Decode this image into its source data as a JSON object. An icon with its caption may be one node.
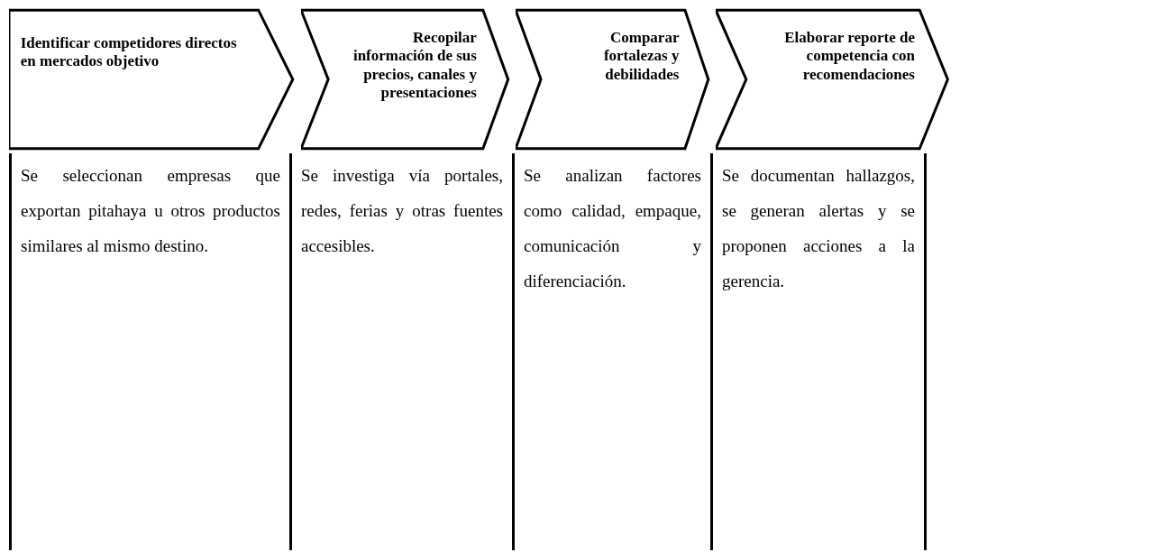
{
  "diagram": {
    "nodes": [
      {
        "text": [
          "Identificar competidores directos en mercados objetivo"
        ]
      },
      {
        "text": [
          "Recopilar información de sus precios, canales y presentaciones"
        ]
      },
      {
        "text": [
          "Comparar fortalezas y debilidades"
        ]
      },
      {
        "text": [
          "Elaborar reporte de competencia con recomendaciones"
        ]
      },
      {
        "text": [
          "Se seleccionan empresas que exportan pitahaya u otros productos similares al mismo destino."
        ]
      },
      {
        "text": [
          "Se investiga vía portales, redes, ferias y otras fuentes accesibles."
        ]
      },
      {
        "text": [
          "Se analizan factores como calidad, empaque, comunicación y diferenciación."
        ]
      },
      {
        "text": [
          "Se documentan hallazgos, se generan alertas y se proponen acciones a la gerencia."
        ]
      }
    ]
  }
}
